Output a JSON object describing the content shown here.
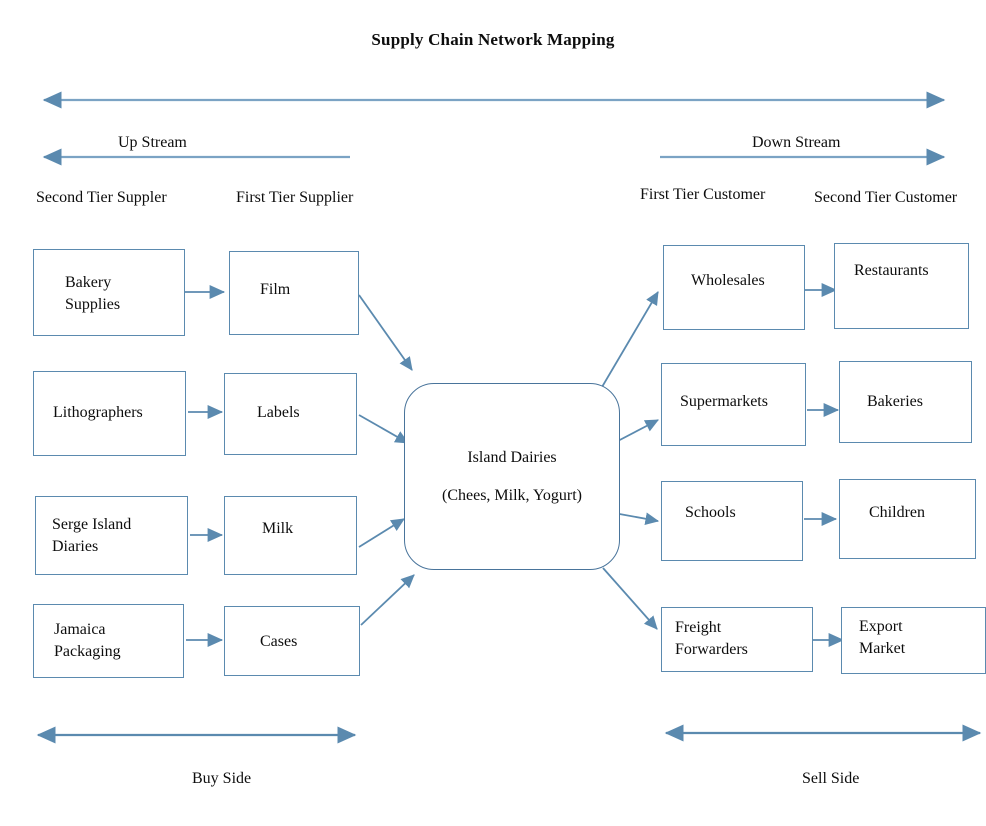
{
  "title": "Supply Chain Network Mapping",
  "streams": {
    "up": "Up Stream",
    "down": "Down Stream"
  },
  "tiers": {
    "second_supplier": "Second Tier Suppler",
    "first_supplier": "First Tier Supplier",
    "first_customer": "First Tier Customer",
    "second_customer": "Second Tier Customer"
  },
  "sides": {
    "buy": "Buy Side",
    "sell": "Sell Side"
  },
  "hub": {
    "name": "Island Dairies",
    "products": "(Chees, Milk, Yogurt)"
  },
  "suppliers_tier2": [
    {
      "label": "Bakery\nSupplies"
    },
    {
      "label": "Lithographers"
    },
    {
      "label": "Serge Island\nDiaries"
    },
    {
      "label": "Jamaica\nPackaging"
    }
  ],
  "suppliers_tier1": [
    {
      "label": "Film"
    },
    {
      "label": "Labels"
    },
    {
      "label": "Milk"
    },
    {
      "label": "Cases"
    }
  ],
  "customers_tier1": [
    {
      "label": "Wholesales"
    },
    {
      "label": "Supermarkets"
    },
    {
      "label": "Schools"
    },
    {
      "label": "Freight\nForwarders"
    }
  ],
  "customers_tier2": [
    {
      "label": "Restaurants"
    },
    {
      "label": "Bakeries"
    },
    {
      "label": "Children"
    },
    {
      "label": "Export\nMarket"
    }
  ],
  "colors": {
    "line": "#5b8aaf",
    "box_border": "#5b8aaf",
    "hub_border": "#49749b",
    "text": "#0d0d0d",
    "background": "#ffffff"
  }
}
